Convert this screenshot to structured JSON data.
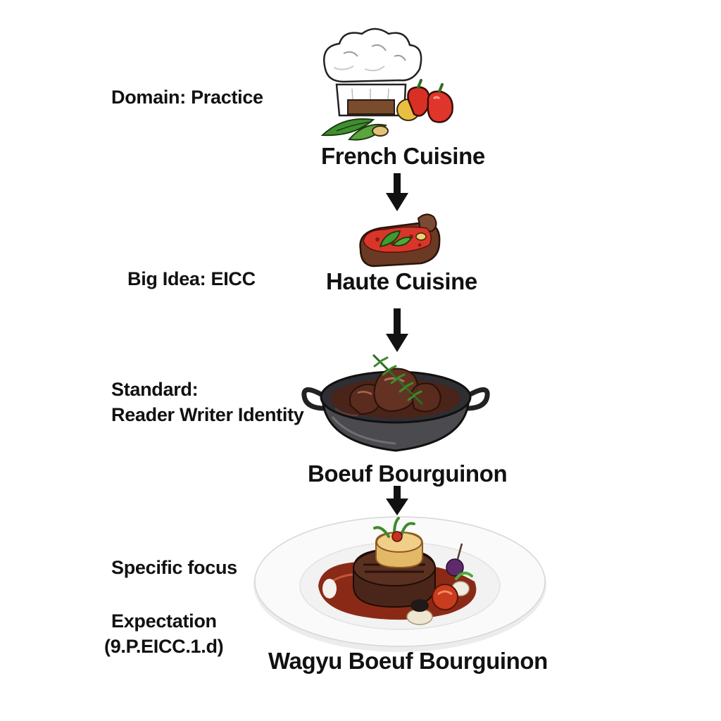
{
  "left_labels": {
    "domain": "Domain: Practice",
    "big_idea": "Big Idea: EICC",
    "standard_line1": "Standard:",
    "standard_line2": "Reader Writer Identity",
    "specific_focus": "Specific focus",
    "expectation_line1": "Expectation",
    "expectation_line2": "(9.P.EICC.1.d)"
  },
  "nodes": [
    {
      "label": "French Cuisine",
      "icon": "chef-hat-icon"
    },
    {
      "label": "Haute Cuisine",
      "icon": "steak-plate-icon"
    },
    {
      "label": "Boeuf Bourguinon",
      "icon": "cast-iron-pan-icon"
    },
    {
      "label": "Wagyu Boeuf Bourguinon",
      "icon": "plated-dish-icon"
    }
  ]
}
